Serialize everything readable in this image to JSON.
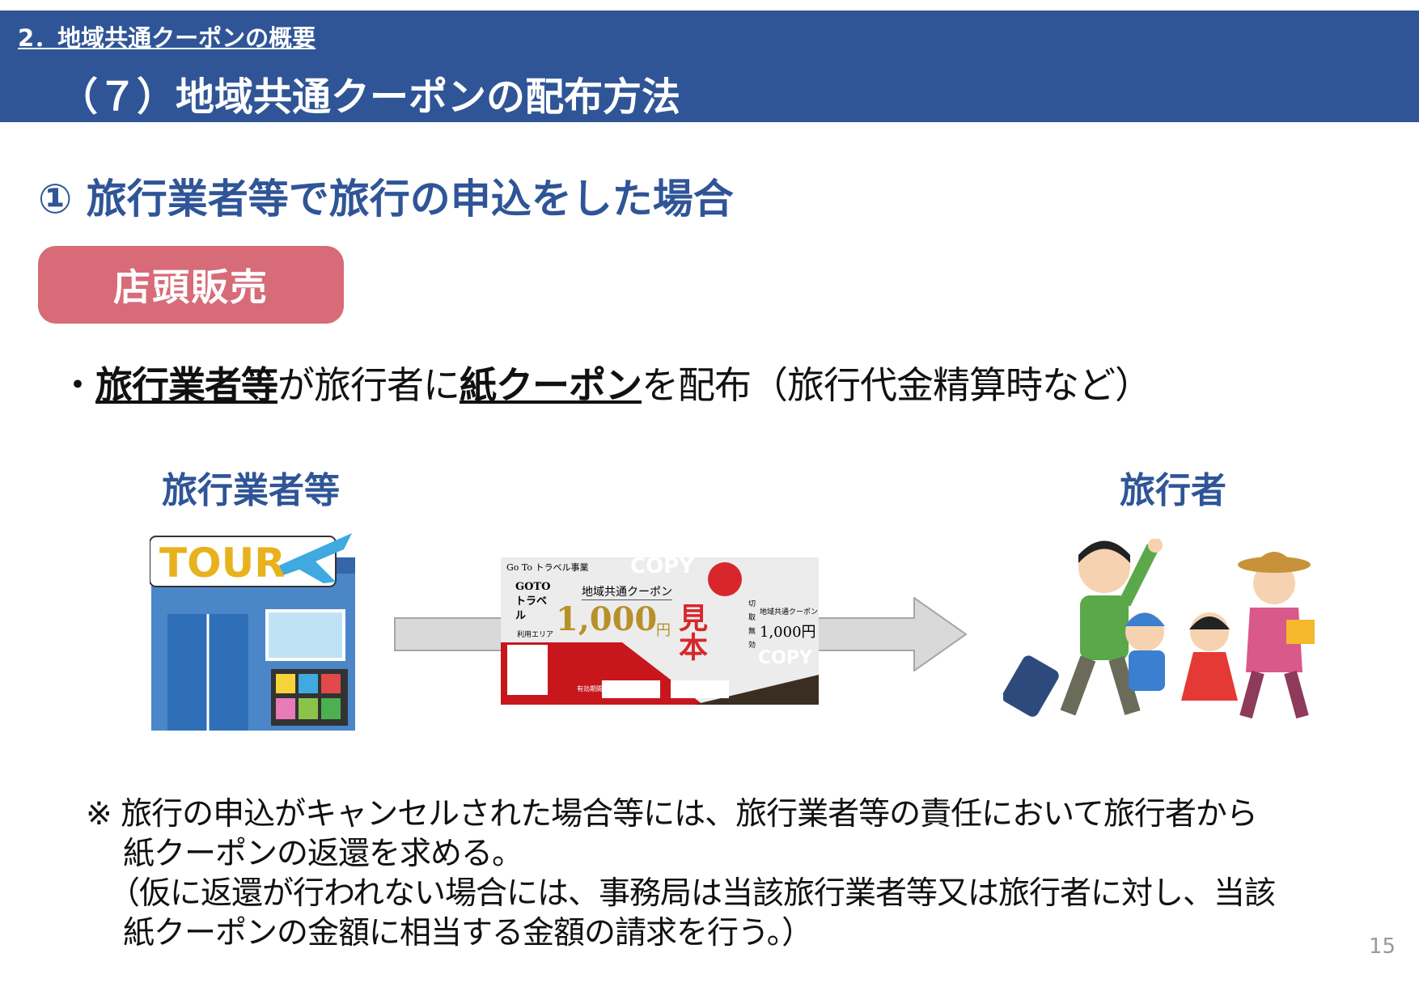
{
  "header": {
    "section": "2．地域共通クーポンの概要",
    "title": "（７）地域共通クーポンの配布方法"
  },
  "case_heading": "① 旅行業者等で旅行の申込をした場合",
  "tag": "店頭販売",
  "bullet": {
    "prefix": "・",
    "b1": "旅行業者等",
    "t1": "が旅行者に",
    "b2": "紙クーポン",
    "t2": "を配布（旅行代金精算時など）"
  },
  "flow": {
    "from_label": "旅行業者等",
    "to_label": "旅行者",
    "store_sign": "TOUR",
    "coupon": {
      "program": "Go To トラベル事業",
      "logo": "GOTO トラベル",
      "name": "地域共通クーポン",
      "area": "利用エリア",
      "amount": "1,000",
      "yen": "円",
      "sample": "見本",
      "copy": "COPY",
      "validity": "有効期間",
      "stub_note": "切取無効",
      "stub_name": "地域共通クーポン",
      "stub_amount": "1,000円"
    }
  },
  "note": {
    "l1": "※ 旅行の申込がキャンセルされた場合等には、旅行業者等の責任において旅行者から",
    "l2": "紙クーポンの返還を求める。",
    "l3": "（仮に返還が行われない場合には、事務局は当該旅行業者等又は旅行者に対し、当該",
    "l4": "紙クーポンの金額に相当する金額の請求を行う。）"
  },
  "page_number": "15",
  "colors": {
    "banner": "#2F5597",
    "tag": "#D76B78"
  }
}
